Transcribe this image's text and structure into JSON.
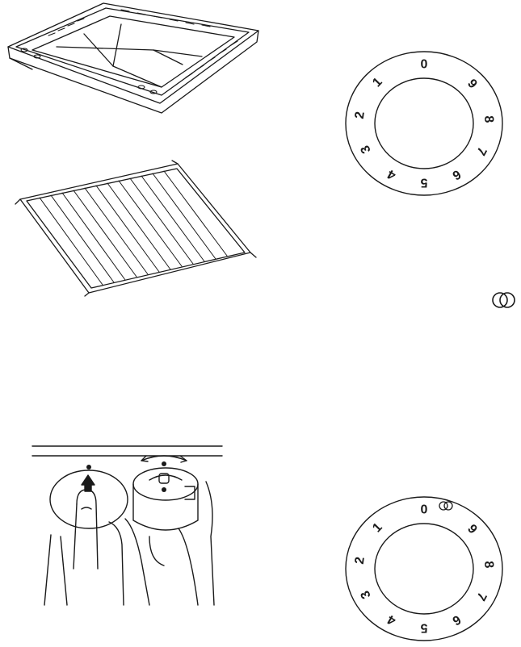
{
  "dial_top": {
    "labels": [
      "0",
      "9",
      "8",
      "7",
      "6",
      "5",
      "4",
      "3",
      "2",
      "1"
    ]
  },
  "dial_bottom": {
    "labels": [
      "0",
      "9",
      "8",
      "7",
      "6",
      "5",
      "4",
      "3",
      "2",
      "1"
    ]
  },
  "icons": {
    "top_symbol": "double-circle-icon",
    "dial_symbol": "double-circle-icon"
  }
}
